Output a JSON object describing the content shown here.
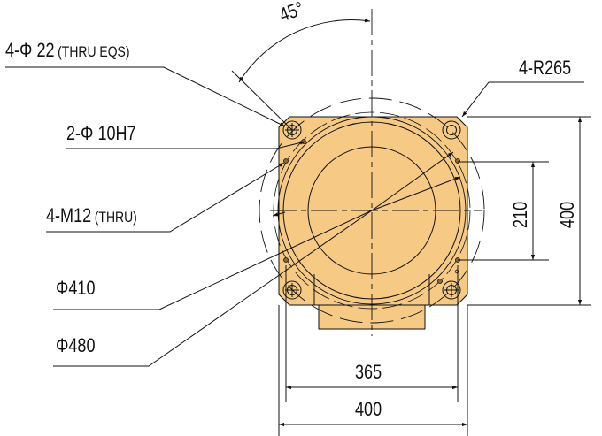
{
  "drawing": {
    "fill_color": "#f6c985",
    "line_color": "#111111",
    "angle_label": "45°",
    "labels": {
      "through_holes": {
        "main": "4-Φ 22",
        "note": "(THRU EQS)"
      },
      "dowel_holes": {
        "main": "2-Φ 10H7"
      },
      "tapped_holes": {
        "main": "4-M12",
        "note": "(THRU)"
      },
      "inner_dia": "Φ410",
      "outer_dia": "Φ480",
      "corner_radius": "4-R265"
    },
    "dimensions": {
      "horizontal_inner": "365",
      "horizontal_outer": "400",
      "vertical_inner": "210",
      "vertical_outer": "400"
    }
  }
}
